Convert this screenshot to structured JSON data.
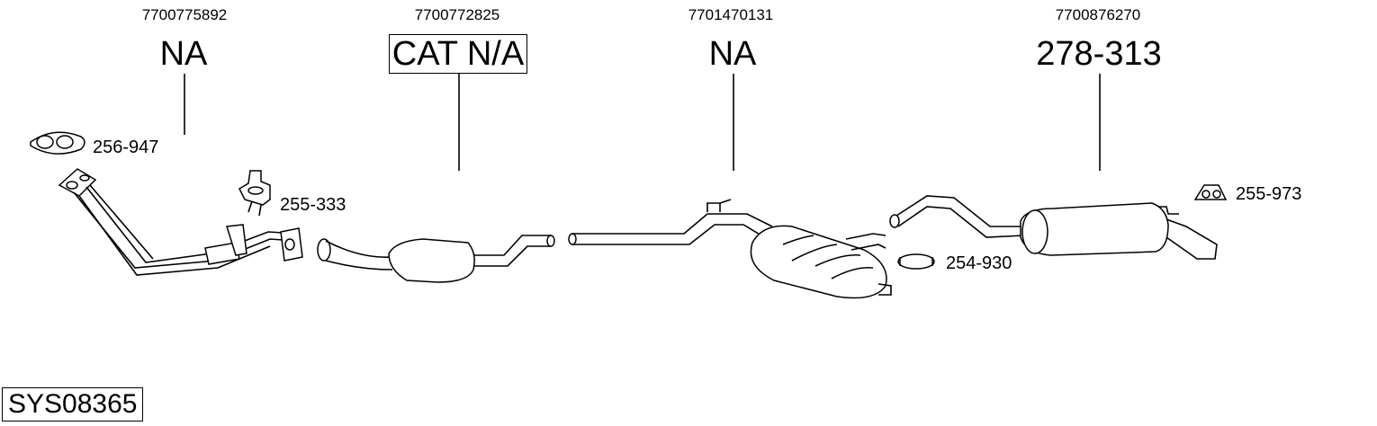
{
  "sections": [
    {
      "oem": "7700775892",
      "ref": "NA",
      "boxed": false
    },
    {
      "oem": "7700772825",
      "ref": "CAT N/A",
      "boxed": true
    },
    {
      "oem": "7701470131",
      "ref": "NA",
      "boxed": false
    },
    {
      "oem": "7700876270",
      "ref": "278-313",
      "boxed": false
    }
  ],
  "parts": {
    "gasket": "256-947",
    "mount": "255-333",
    "rubber_hanger": "255-973",
    "clamp": "254-930"
  },
  "system_id": "SYS08365"
}
